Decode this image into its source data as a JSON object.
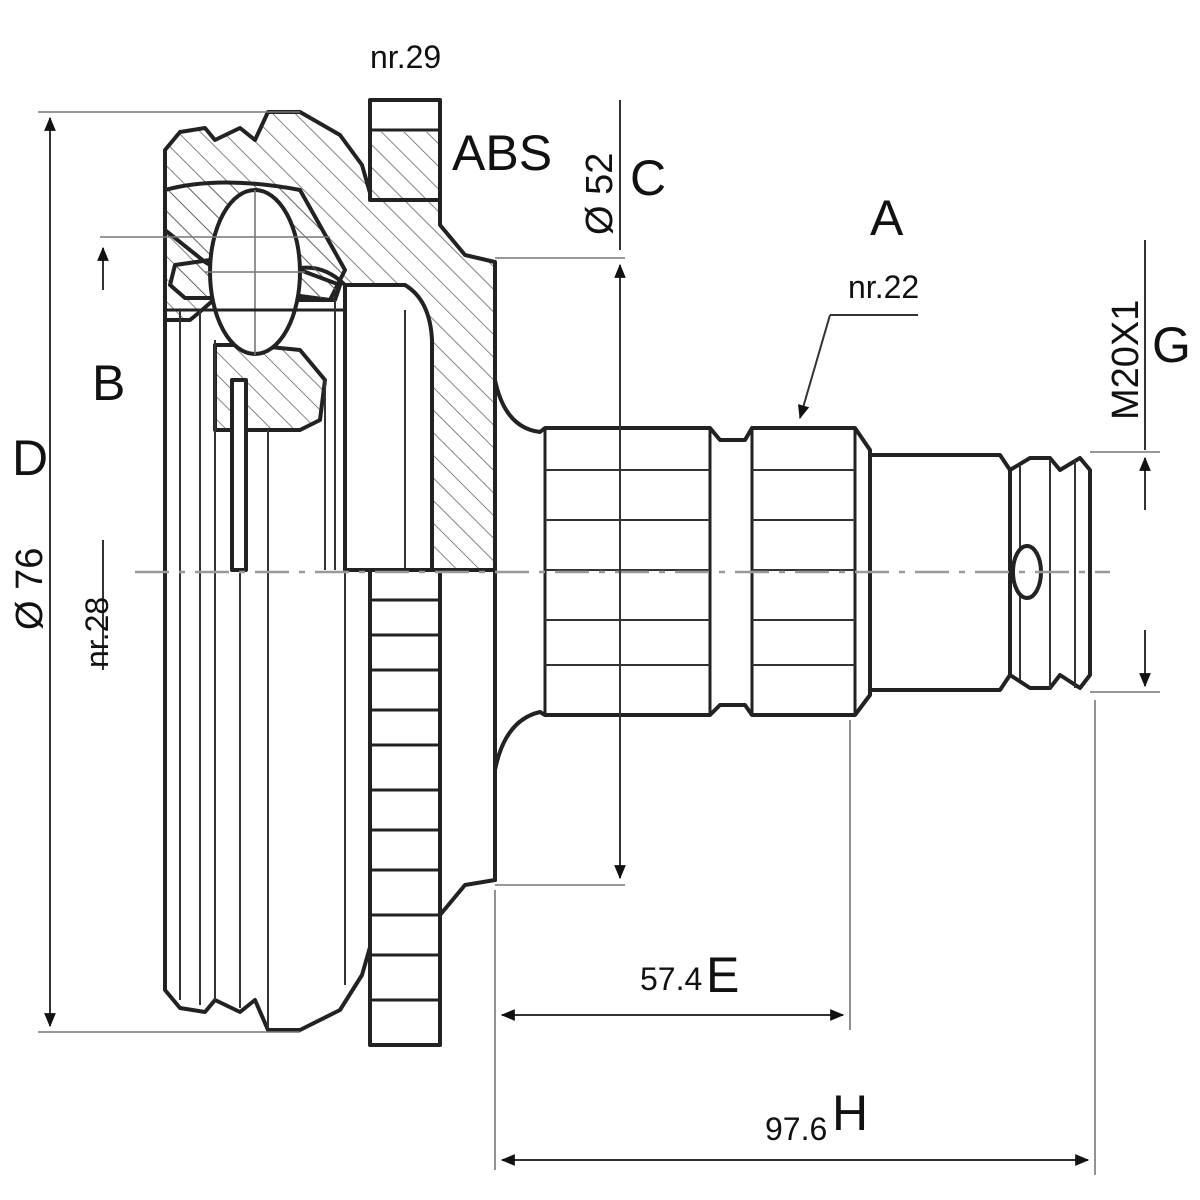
{
  "labels": {
    "abs": "ABS",
    "nr29": "nr.29",
    "nr22": "nr.22",
    "nr28": "nr.28",
    "a": "A",
    "b": "B",
    "c": "C",
    "d": "D",
    "e": "E",
    "g": "G",
    "h": "H",
    "dia52": "Ø 52",
    "dia76": "Ø 76",
    "thread": "M20X1",
    "len_e": "57.4",
    "len_h": "97.6"
  },
  "colors": {
    "line": "#222222",
    "centerline": "#999999",
    "hatch": "#555555"
  }
}
